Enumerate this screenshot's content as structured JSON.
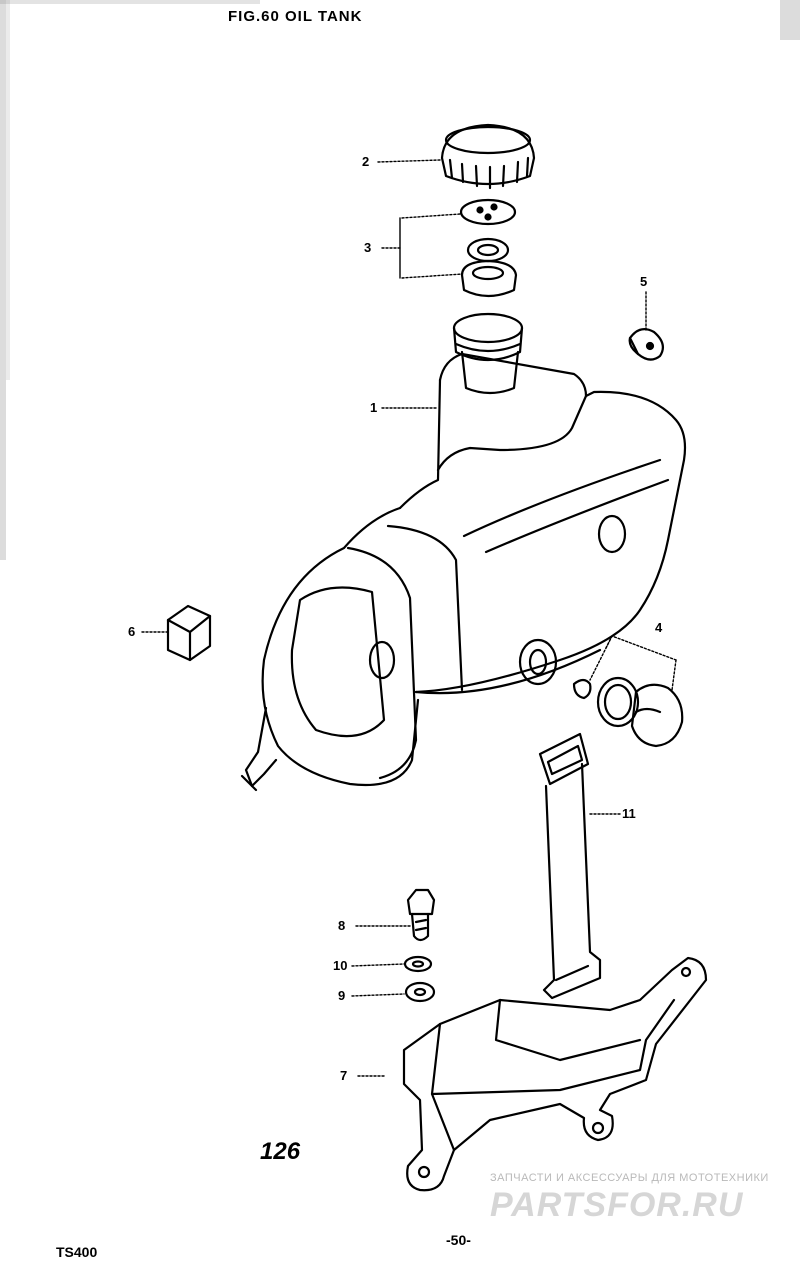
{
  "title": "FIG.60 OIL TANK",
  "labels": {
    "p1": "1",
    "p2": "2",
    "p3": "3",
    "p4": "4",
    "p5": "5",
    "p6": "6",
    "p7": "7",
    "p8": "8",
    "p9": "9",
    "p10": "10",
    "p11": "11"
  },
  "illustration_number": "126",
  "page_number": "-50-",
  "model": "TS400",
  "watermark": {
    "tagline": "ЗАПЧАСТИ И АКСЕССУАРЫ ДЛЯ МОТОТЕХНИКИ",
    "brand": "PARTSFOR.RU"
  }
}
